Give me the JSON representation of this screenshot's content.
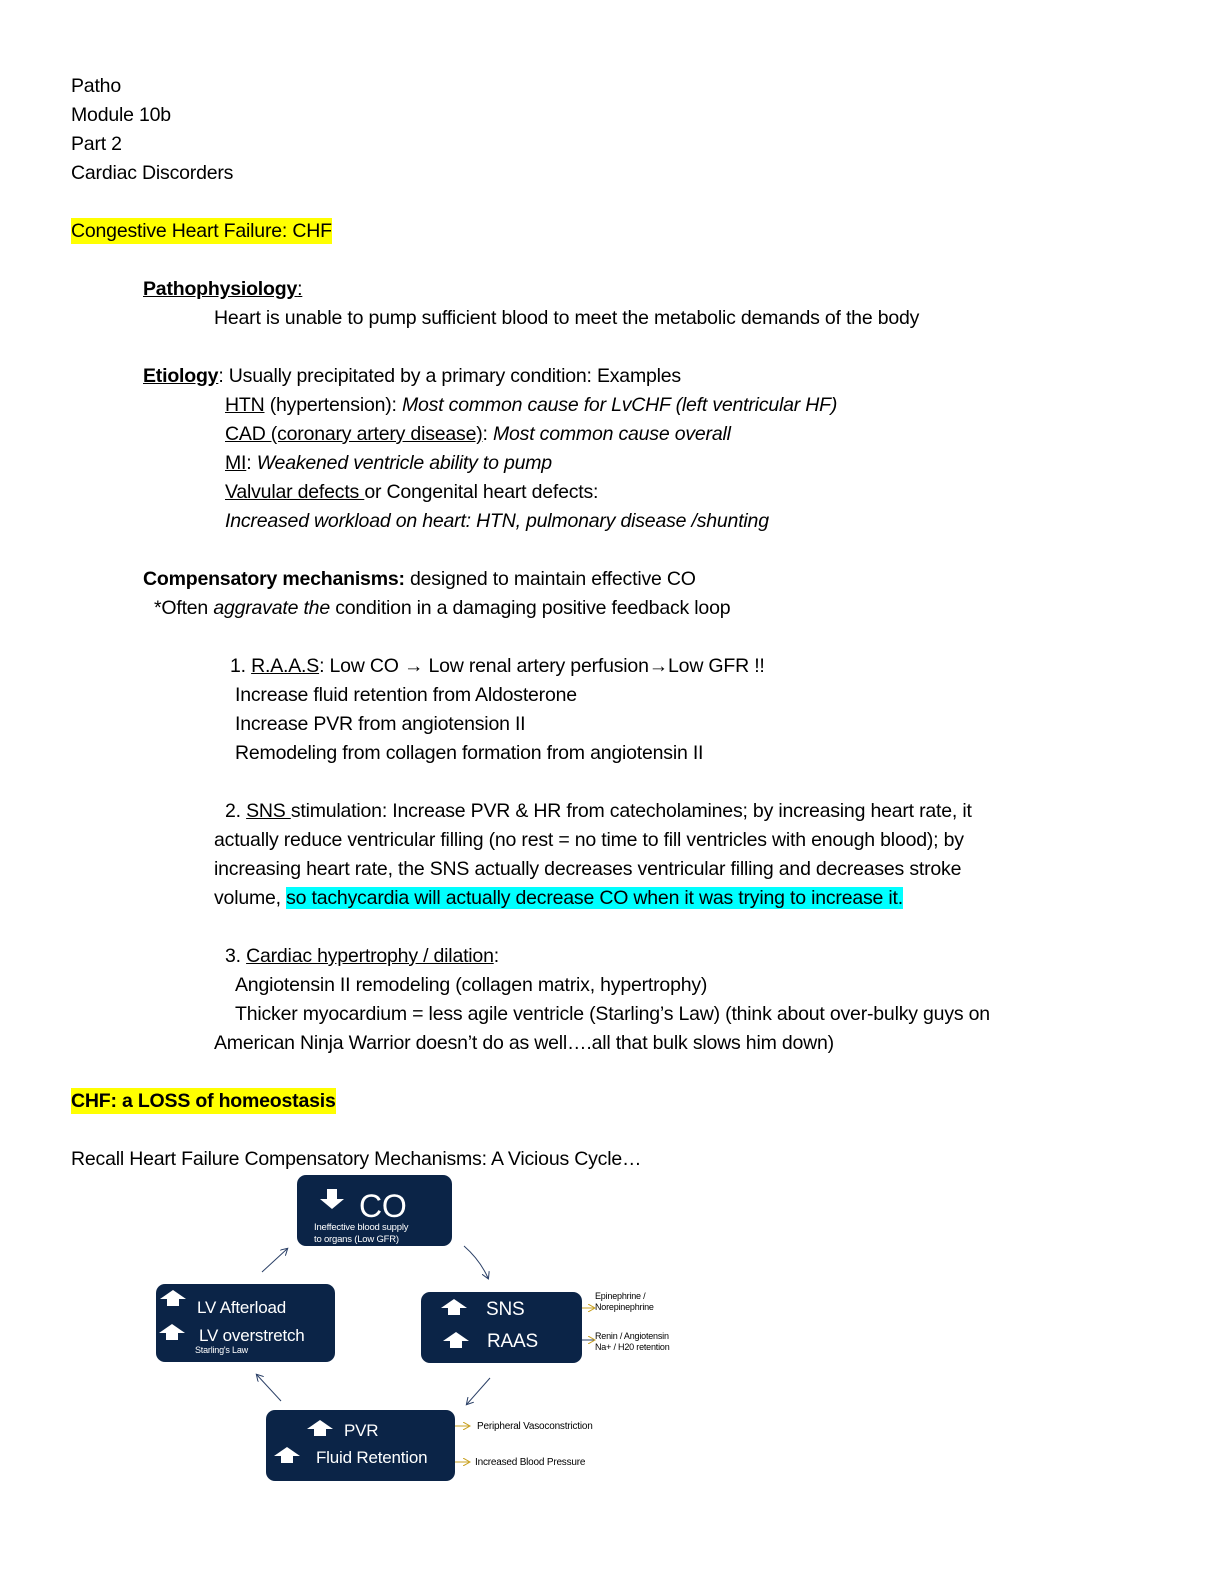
{
  "header": {
    "l1": "Patho",
    "l2": "Module 10b",
    "l3": "Part 2",
    "l4": "Cardiac Discorders"
  },
  "chf_heading": "Congestive Heart Failure: CHF",
  "patho": {
    "label": "Pathophysiology",
    "colon": ":",
    "text": "Heart is unable to pump sufficient blood to meet the metabolic demands of the body"
  },
  "etiology": {
    "label": "Etiology",
    "text": ": Usually precipitated by a primary condition: Examples",
    "htn_u": "HTN",
    "htn_t": " (hypertension): ",
    "htn_i": "Most common cause for LvCHF (left ventricular HF)",
    "cad_u": "CAD (coronary artery disease)",
    "cad_t": ": ",
    "cad_i": "Most common cause overall",
    "mi_u": "MI",
    "mi_t": ": ",
    "mi_i": "Weakened ventricle ability to pump",
    "valv_u": "Valvular defects ",
    "valv_t": "or Congenital heart defects:",
    "work_i": "Increased workload on heart: HTN, pulmonary disease /shunting"
  },
  "comp": {
    "label": "Compensatory mechanisms:",
    "text": " designed to maintain effective CO",
    "l2a": "*Often ",
    "l2i": "aggravate the",
    "l2b": " condition in a damaging positive feedback loop"
  },
  "raas": {
    "num": "1. ",
    "u": "R.A.A.S",
    "t": ": Low CO → Low renal artery perfusion→Low GFR !!",
    "l2": "Increase fluid retention from Aldosterone",
    "l3": "Increase PVR from angiotension II",
    "l4": "Remodeling from collagen formation from angiotensin II"
  },
  "sns": {
    "num": "2. ",
    "u": "SNS ",
    "t": "stimulation:  Increase PVR & HR from catecholamines; by increasing heart rate, it",
    "l2": "actually reduce ventricular filling (no rest = no time to fill ventricles with enough blood); by",
    "l3": "increasing heart rate, the SNS actually decreases ventricular filling and decreases stroke",
    "l4": "volume, ",
    "l4h": "so tachycardia will actually decrease CO when it was trying to increase it."
  },
  "hyp": {
    "num": "3. ",
    "u": "Cardiac hypertrophy / dilation",
    "t": ":",
    "l2": "Angiotensin II remodeling (collagen matrix, hypertrophy)",
    "l3": "Thicker myocardium = less agile ventricle (Starling’s Law) (think about over-bulky guys on",
    "l4": "American Ninja Warrior doesn’t do as well….all that bulk slows him down)"
  },
  "loss_heading": "CHF: a LOSS of homeostasis",
  "recall": "Recall Heart Failure Compensatory Mechanisms: A Vicious Cycle…",
  "diagram": {
    "co": {
      "title": "CO",
      "sub1": "Ineffective blood supply",
      "sub2": "to organs (Low GFR)"
    },
    "lv": {
      "l1": "LV Afterload",
      "l2": "LV overstretch",
      "sub": "Starling's Law"
    },
    "sns": {
      "l1": "SNS",
      "l2": "RAAS",
      "n1a": "Epinephrine /",
      "n1b": "Norepinephrine",
      "n2a": "Renin / Angiotensin",
      "n2b": "Na+ / H20 retention"
    },
    "pvr": {
      "l1": "PVR",
      "l2": "Fluid Retention",
      "n1": "Peripheral Vasoconstriction",
      "n2": "Increased Blood Pressure"
    },
    "colors": {
      "box": "#0b2447",
      "arrow": "#c8a020"
    }
  }
}
